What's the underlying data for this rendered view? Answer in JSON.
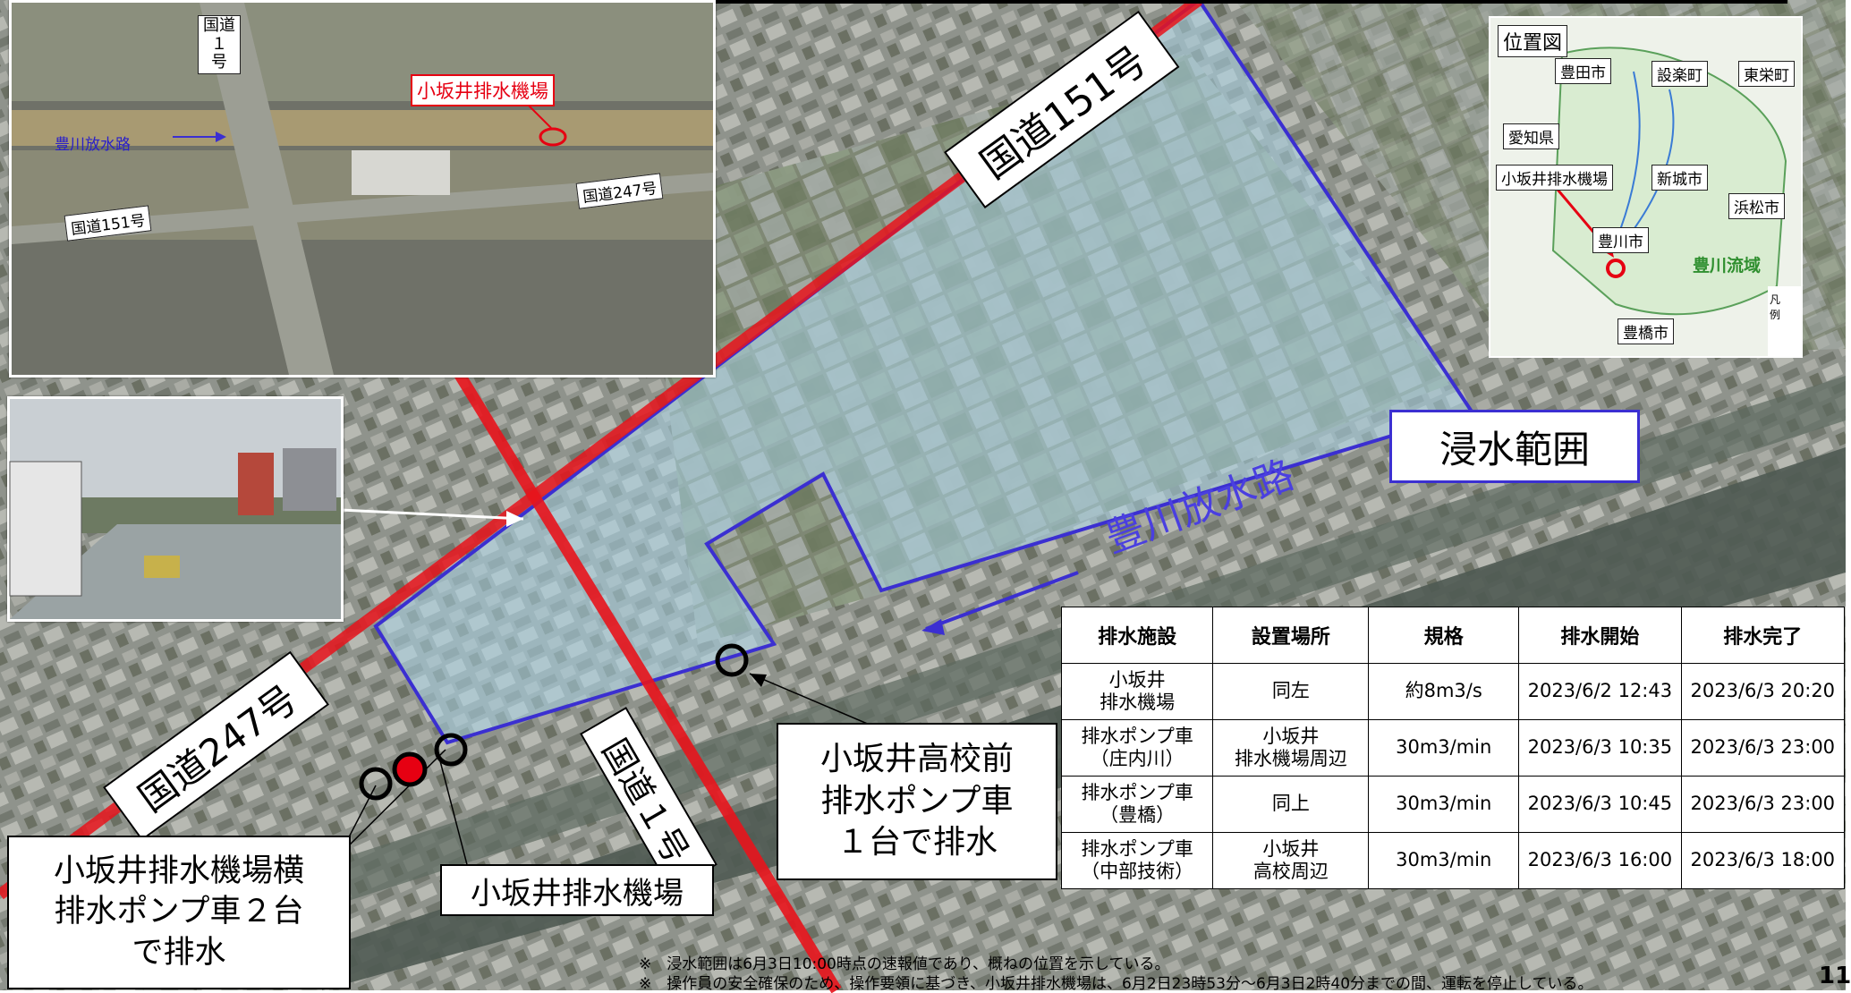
{
  "labels": {
    "route151": "国道151号",
    "route247": "国道247号",
    "route1": "国道１号",
    "flood_area": "浸水範囲",
    "toyokawa_channel": "豊川放水路",
    "kosakai_station": "小坂井排水機場",
    "kosakai_side_pumps": "小坂井排水機場横\n排水ポンプ車２台\nで排水",
    "kosakai_school_pumps": "小坂井高校前\n排水ポンプ車\n１台で排水"
  },
  "aerial_photo": {
    "route1": "国道\n１\n号",
    "station": "小坂井排水機場",
    "channel": "豊川放水路",
    "route247": "国道247号",
    "route151": "国道151号"
  },
  "location_map": {
    "title": "位置図",
    "toyota": "豊田市",
    "shitara": "設楽町",
    "toei": "東栄町",
    "aichi": "愛知県",
    "station": "小坂井排水機場",
    "shinshiro": "新城市",
    "hamamatsu": "浜松市",
    "toyokawa_city": "豊川市",
    "basin": "豊川流域",
    "toyohashi": "豊橋市",
    "legend_title": "凡　例"
  },
  "table": {
    "headers": [
      "排水施設",
      "設置場所",
      "規格",
      "排水開始",
      "排水完了"
    ],
    "rows": [
      [
        "小坂井\n排水機場",
        "同左",
        "約8m3/s",
        "2023/6/2 12:43",
        "2023/6/3 20:20"
      ],
      [
        "排水ポンプ車\n（庄内川）",
        "小坂井\n排水機場周辺",
        "30m3/min",
        "2023/6/3 10:35",
        "2023/6/3 23:00"
      ],
      [
        "排水ポンプ車\n（豊橋）",
        "同上",
        "30m3/min",
        "2023/6/3 10:45",
        "2023/6/3 23:00"
      ],
      [
        "排水ポンプ車\n（中部技術）",
        "小坂井\n高校周辺",
        "30m3/min",
        "2023/6/3 16:00",
        "2023/6/3 18:00"
      ]
    ]
  },
  "notes": [
    "※　浸水範囲は6月3日10:00時点の速報値であり、概ねの位置を示している。",
    "※　操作員の安全確保のため、操作要領に基づき、小坂井排水機場は、6月2日23時53分～6月3日2時40分までの間、運転を停止している。"
  ],
  "page_number": "11",
  "colors": {
    "road": "#e8141c",
    "flood_fill": "#a9d3e6",
    "flood_border": "#3b2fd1",
    "channel_text": "#4a3fe0",
    "station_dot": "#e60012"
  }
}
